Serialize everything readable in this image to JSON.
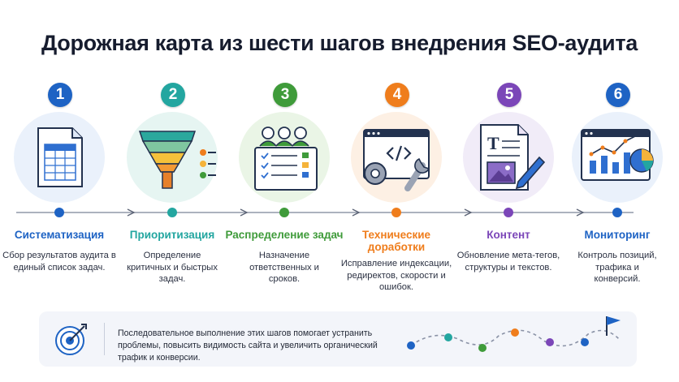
{
  "title": "Дорожная карта из шести шагов внедрения SEO-аудита",
  "steps": [
    {
      "num": "1",
      "title": "Систематизация",
      "desc": "Сбор результатов аудита в единый список задач.",
      "color": "#1e63c4",
      "bg": "#eaf1fb",
      "icon": "spreadsheet-icon"
    },
    {
      "num": "2",
      "title": "Приоритизация",
      "desc": "Определение критичных и быстрых задач.",
      "color": "#23a6a0",
      "bg": "#e6f5f2",
      "icon": "funnel-icon"
    },
    {
      "num": "3",
      "title": "Распределение задач",
      "desc": "Назначение ответственных и сроков.",
      "color": "#3f9b3a",
      "bg": "#eaf5e6",
      "icon": "team-checklist-icon"
    },
    {
      "num": "4",
      "title": "Технические доработки",
      "desc": "Исправление индексации, редиректов, скорости и ошибок.",
      "color": "#ef7d1c",
      "bg": "#fdf0e4",
      "icon": "code-gear-wrench-icon"
    },
    {
      "num": "5",
      "title": "Контент",
      "desc": "Обновление мета-тегов, структуры и текстов.",
      "color": "#7b46b8",
      "bg": "#f1ecf8",
      "icon": "document-edit-icon"
    },
    {
      "num": "6",
      "title": "Мониторинг",
      "desc": "Контроль позиций, трафика и конверсий.",
      "color": "#1e63c4",
      "bg": "#eaf1fb",
      "icon": "analytics-dashboard-icon"
    }
  ],
  "footer": {
    "text": "Последовательное выполнение этих шагов помогает устранить проблемы, повысить видимость сайта и увеличить органический трафик и конверсии.",
    "icon": "target-arrow-icon",
    "path_icon": "flag-path-icon",
    "path_colors": [
      "#1e63c4",
      "#23a6a0",
      "#3f9b3a",
      "#ef7d1c",
      "#7b46b8",
      "#1e63c4"
    ]
  }
}
